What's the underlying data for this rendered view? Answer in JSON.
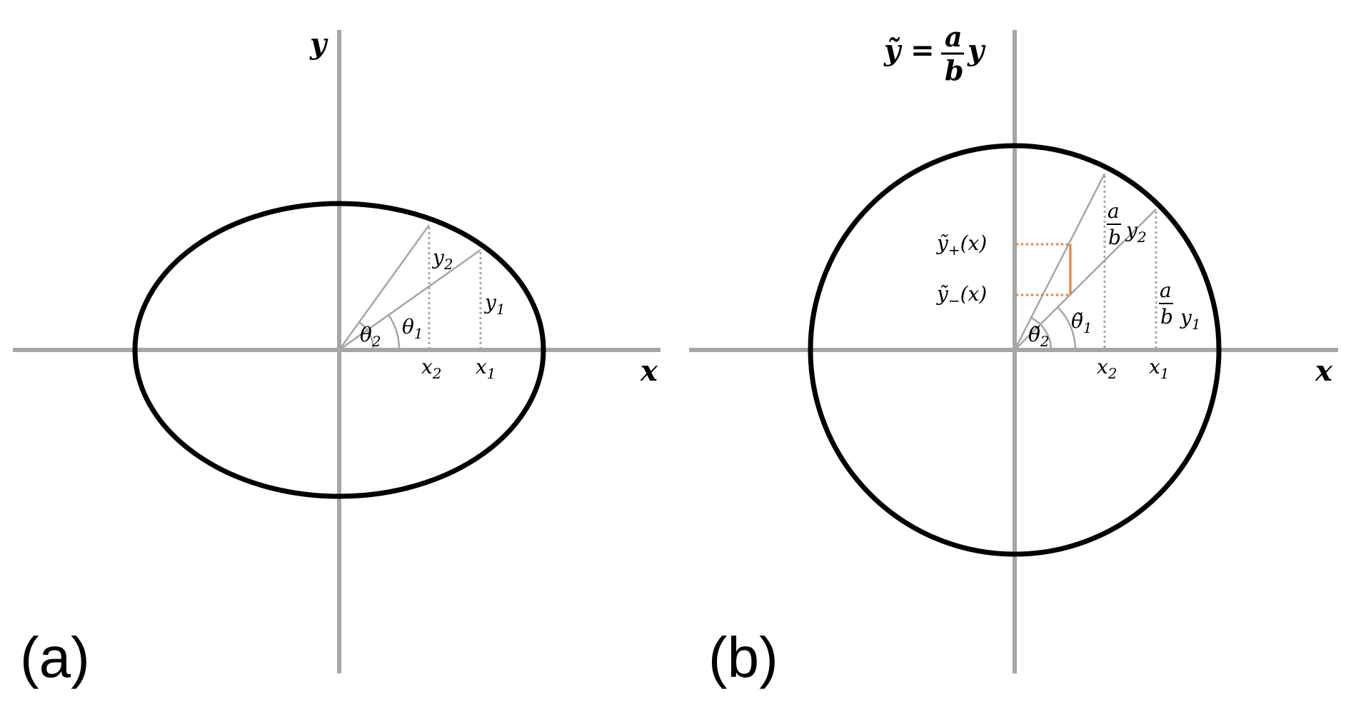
{
  "panels": {
    "a": {
      "label": "(a)",
      "x_axis": "x",
      "y_axis": "y",
      "theta_1": "θ",
      "theta_1_sub": "1",
      "theta_2": "θ",
      "theta_2_sub": "2",
      "x_1": "x",
      "x_1_sub": "1",
      "x_2": "x",
      "x_2_sub": "2",
      "y_1": "y",
      "y_1_sub": "1",
      "y_2": "y",
      "y_2_sub": "2"
    },
    "b": {
      "label": "(b)",
      "x_axis": "x",
      "y_axis_lhs": "ỹ =",
      "y_axis_num": "a",
      "y_axis_den": "b",
      "y_axis_var": "y",
      "theta_1": "θ̃",
      "theta_1_sub": "1",
      "theta_2": "θ̃",
      "theta_2_sub": "2",
      "x_1": "x",
      "x_1_sub": "1",
      "x_2": "x",
      "x_2_sub": "2",
      "frac_num": "a",
      "frac_den": "b",
      "y_1": "y",
      "y_1_sub": "1",
      "y_2": "y",
      "y_2_sub": "2",
      "y_plus": "ỹ",
      "y_plus_sub": "+",
      "y_plus_arg": "(x)",
      "y_minus": "ỹ",
      "y_minus_sub": "−",
      "y_minus_arg": "(x)"
    }
  },
  "colors": {
    "axis": "#a6a6a6",
    "curve": "#000000",
    "highlight": "#ed7d31"
  }
}
